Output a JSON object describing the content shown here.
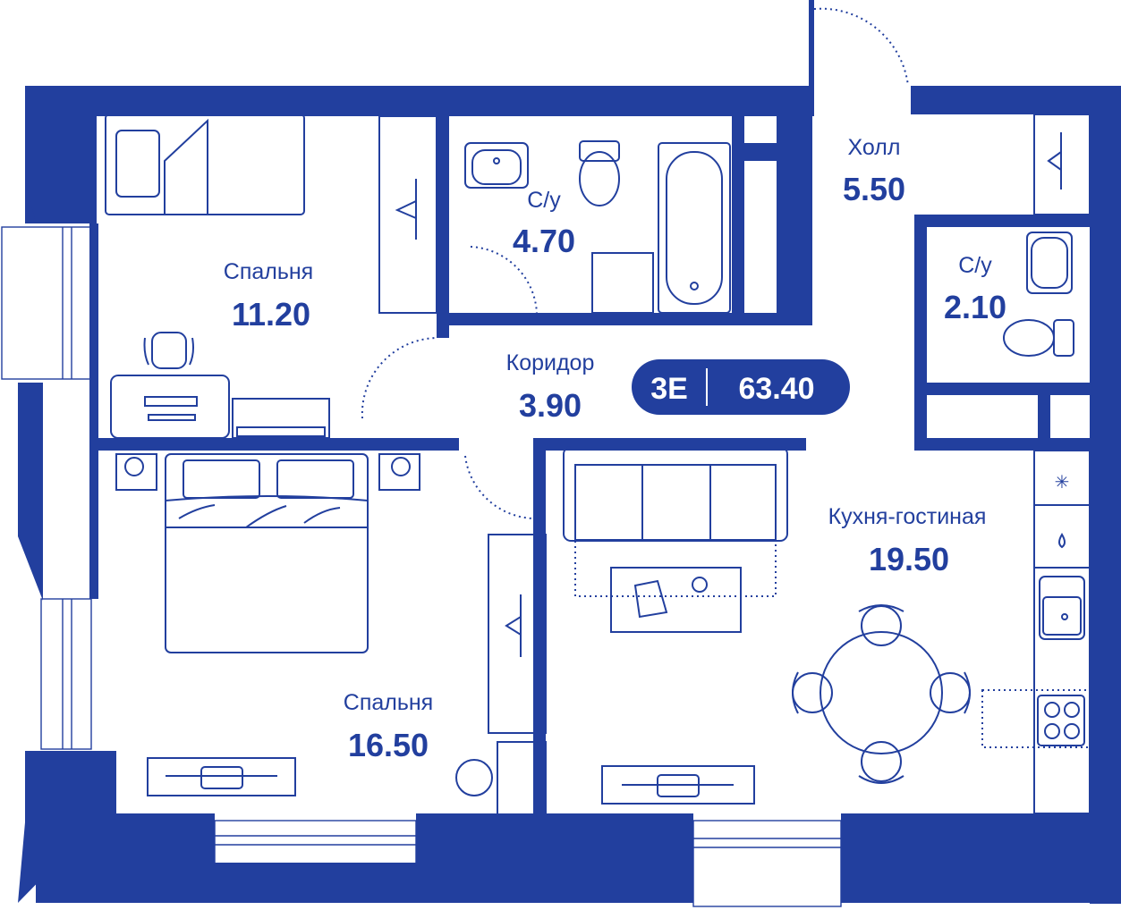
{
  "apartment": {
    "type_code": "3E",
    "total_area": "63.40"
  },
  "rooms": {
    "bedroom_small": {
      "name": "Спальня",
      "area": "11.20"
    },
    "bathroom_main": {
      "name": "С/у",
      "area": "4.70"
    },
    "hall": {
      "name": "Холл",
      "area": "5.50"
    },
    "bathroom_small": {
      "name": "С/у",
      "area": "2.10"
    },
    "corridor": {
      "name": "Коридор",
      "area": "3.90"
    },
    "kitchen_living": {
      "name": "Кухня-гостиная",
      "area": "19.50"
    },
    "bedroom_large": {
      "name": "Спальня",
      "area": "16.50"
    }
  },
  "colors": {
    "walls": "#223f9e",
    "background": "#ffffff",
    "badge_text": "#ffffff"
  },
  "icons": [
    "hanger-icon",
    "freezer-icon",
    "water-drop-icon",
    "sink-icon",
    "stove-icon",
    "toilet-icon",
    "bathtub-icon",
    "bed-icon",
    "sofa-icon",
    "chair-icon"
  ]
}
